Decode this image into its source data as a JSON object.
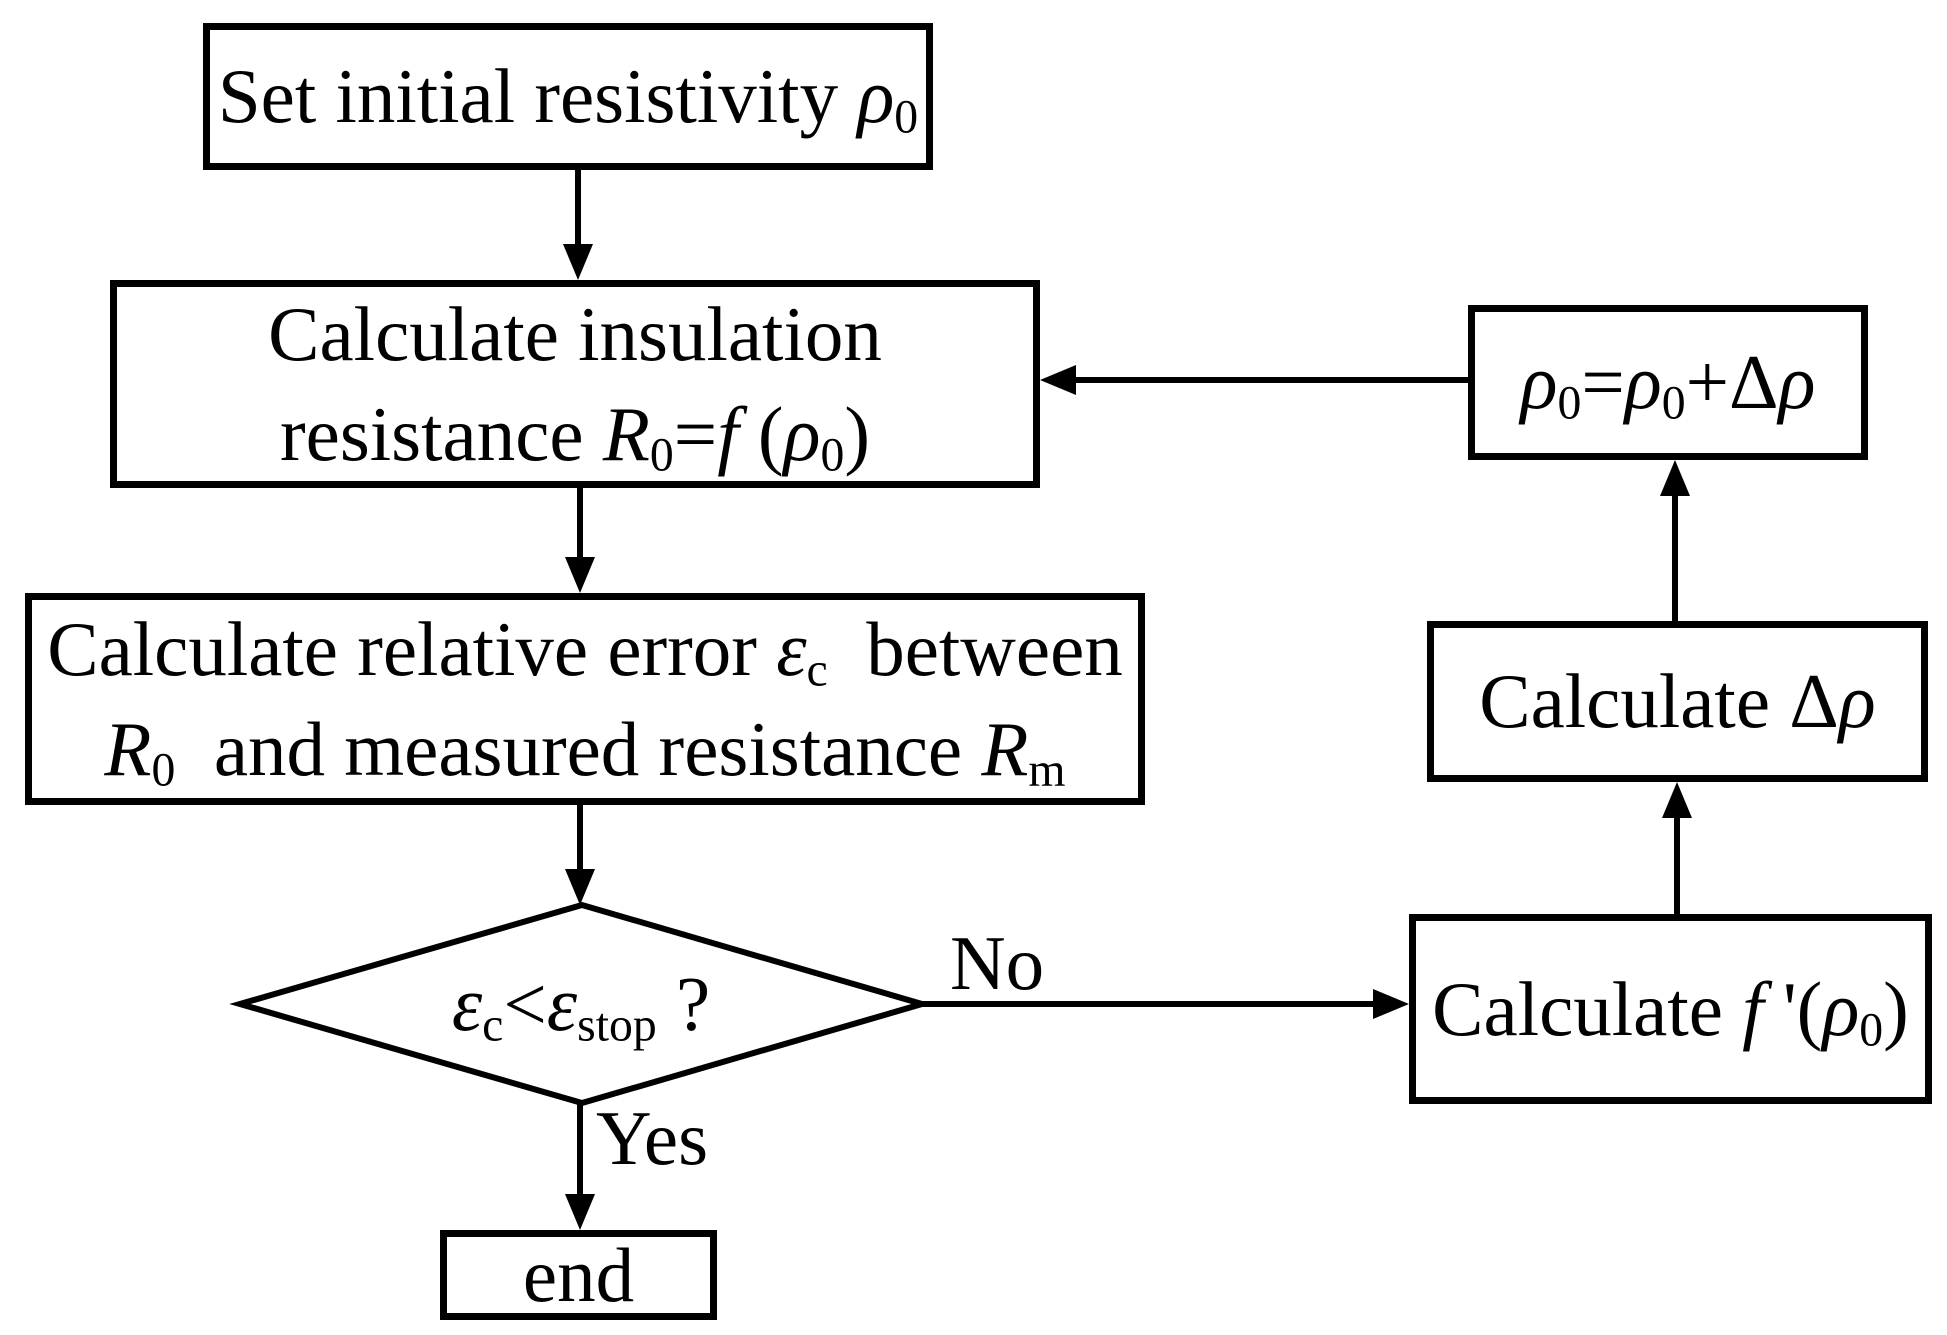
{
  "figure": {
    "background": "#ffffff",
    "stroke_color": "#000000",
    "nodes": {
      "set_initial": {
        "shape": "rect",
        "lines": [
          [
            {
              "t": "Set initial resistivity "
            },
            {
              "t": "ρ",
              "i": 1
            },
            {
              "t": "0",
              "sub": 1
            }
          ]
        ]
      },
      "calc_insulation": {
        "shape": "rect",
        "lines": [
          [
            {
              "t": "Calculate insulation"
            }
          ],
          [
            {
              "t": "resistance "
            },
            {
              "t": "R",
              "i": 1
            },
            {
              "t": "0",
              "sub": 1
            },
            {
              "t": "="
            },
            {
              "t": "f",
              "i": 1
            },
            {
              "t": " ("
            },
            {
              "t": "ρ",
              "i": 1
            },
            {
              "t": "0",
              "sub": 1
            },
            {
              "t": ")"
            }
          ]
        ]
      },
      "calc_error": {
        "shape": "rect",
        "lines": [
          [
            {
              "t": "Calculate relative error "
            },
            {
              "t": "ε",
              "i": 1
            },
            {
              "t": "c",
              "sub": 1
            },
            {
              "t": "  between"
            }
          ],
          [
            {
              "t": "R",
              "i": 1
            },
            {
              "t": "0",
              "sub": 1
            },
            {
              "t": "  and measured resistance "
            },
            {
              "t": "R",
              "i": 1
            },
            {
              "t": "m",
              "sub": 1
            }
          ]
        ]
      },
      "decision": {
        "shape": "diamond",
        "lines": [
          [
            {
              "t": "ε",
              "i": 1
            },
            {
              "t": "c",
              "sub": 1
            },
            {
              "t": "<"
            },
            {
              "t": "ε",
              "i": 1
            },
            {
              "t": "stop",
              "sub": 1
            },
            {
              "t": " ?"
            }
          ]
        ]
      },
      "end_node": {
        "shape": "rect",
        "lines": [
          [
            {
              "t": "end"
            }
          ]
        ]
      },
      "calc_fprime": {
        "shape": "rect",
        "lines": [
          [
            {
              "t": "Calculate "
            },
            {
              "t": "f",
              "i": 1
            },
            {
              "t": " '("
            },
            {
              "t": "ρ",
              "i": 1
            },
            {
              "t": "0",
              "sub": 1
            },
            {
              "t": ")"
            }
          ]
        ]
      },
      "calc_delta": {
        "shape": "rect",
        "lines": [
          [
            {
              "t": "Calculate Δ"
            },
            {
              "t": "ρ",
              "i": 1
            }
          ]
        ]
      },
      "update_rho": {
        "shape": "rect",
        "lines": [
          [
            {
              "t": "ρ",
              "i": 1
            },
            {
              "t": "0",
              "sub": 1
            },
            {
              "t": "="
            },
            {
              "t": "ρ",
              "i": 1
            },
            {
              "t": "0",
              "sub": 1
            },
            {
              "t": "+Δ"
            },
            {
              "t": "ρ",
              "i": 1
            }
          ]
        ]
      }
    },
    "edge_labels": {
      "no": "No",
      "yes": "Yes"
    }
  }
}
